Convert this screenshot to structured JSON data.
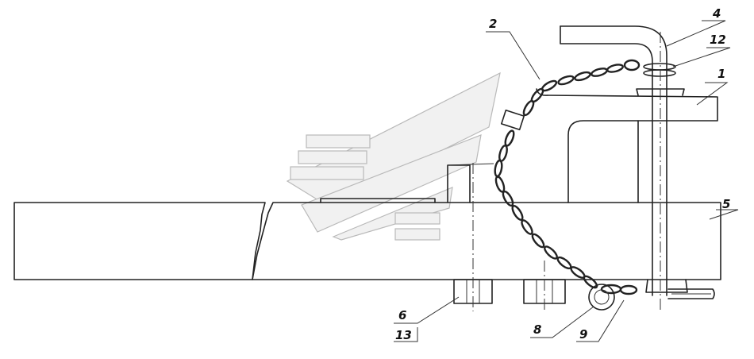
{
  "labels": {
    "l1": "1",
    "l2": "2",
    "l4": "4",
    "l5": "5",
    "l6": "6",
    "l8": "8",
    "l9": "9",
    "l12": "12",
    "l13": "13"
  }
}
